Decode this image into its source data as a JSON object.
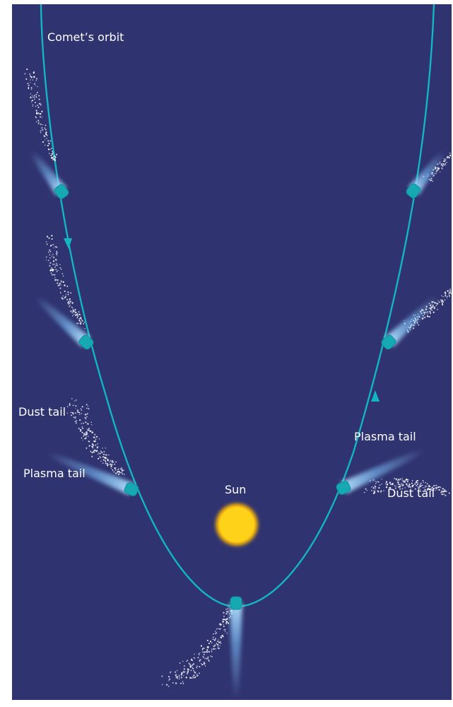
{
  "labels": {
    "orbit": "Comet’s orbit",
    "dust_tail_left": "Dust tail",
    "plasma_tail_left": "Plasma tail",
    "sun": "Sun",
    "plasma_tail_right": "Plasma tail",
    "dust_tail_right": "Dust tail"
  },
  "colors": {
    "sky": "#2f3370",
    "orbit": "#13b5c2",
    "nucleus": "#17a9b3",
    "plasma_tail": "#9fd6ff",
    "dust": "#ffffff",
    "sun_core": "#ffd21a",
    "sun_glow": "#ffb000",
    "text": "#ffffff"
  }
}
